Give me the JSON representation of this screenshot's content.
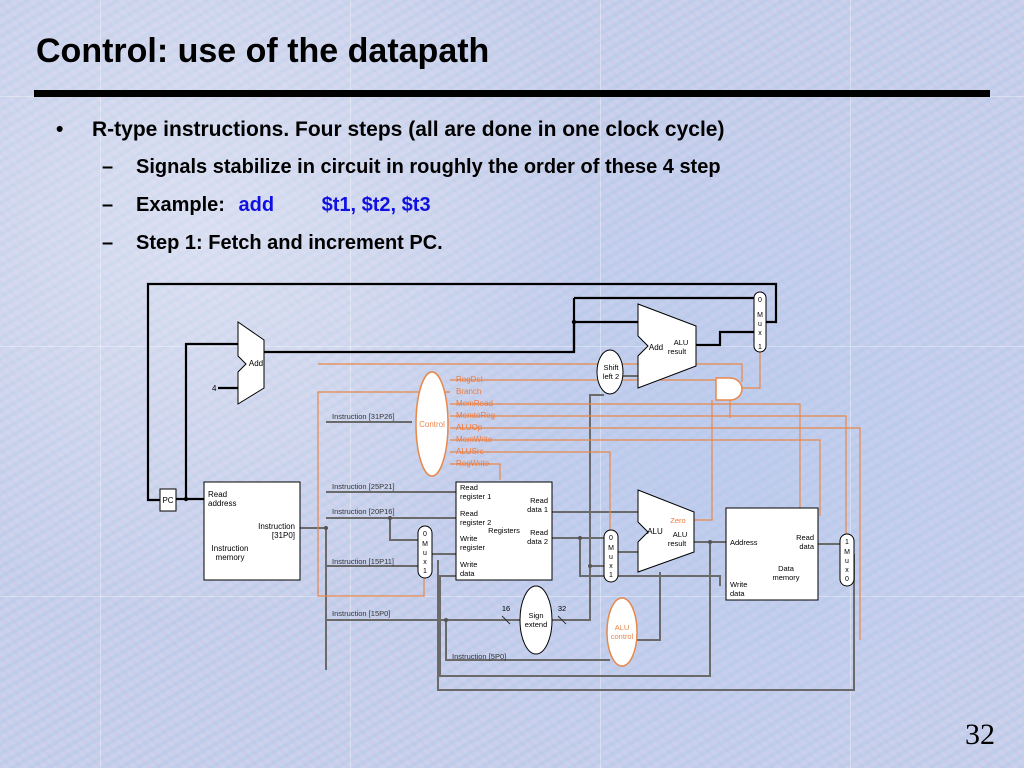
{
  "slide": {
    "title": "Control: use of the datapath",
    "page_number": "32"
  },
  "bullets": {
    "main": {
      "mark": "•",
      "text": "R-type instructions.   Four steps (all are done in one clock cycle)"
    },
    "sub": [
      {
        "mark": "–",
        "text": "Signals stabilize in circuit in roughly the order of these 4 step"
      },
      {
        "mark": "–",
        "label": "Example:",
        "op": "add",
        "args": "$t1, $t2, $t3"
      },
      {
        "mark": "–",
        "text": "Step 1:  Fetch and increment PC."
      }
    ]
  },
  "diagram": {
    "pc": "PC",
    "imem": {
      "read": "Read",
      "address": "address",
      "instruction": "Instruction",
      "bits": "[31P0]",
      "name1": "Instruction",
      "name2": "memory"
    },
    "add4": {
      "label": "Add",
      "const": "4"
    },
    "control": {
      "label": "Control",
      "signals": [
        "RegDst",
        "Branch",
        "MemRead",
        "MemtoReg",
        "ALUOp",
        "MemWrite",
        "ALUSrc",
        "RegWrite"
      ]
    },
    "fields": {
      "f31_26": "Instruction [31P26]",
      "f25_21": "Instruction [25P21]",
      "f20_16": "Instruction [20P16]",
      "f15_11": "Instruction [15P11]",
      "f15_0": "Instruction [15P0]",
      "f5_0": "Instruction [5P0]"
    },
    "regs": {
      "read_reg1_a": "Read",
      "read_reg1_b": "register 1",
      "read_reg2_a": "Read",
      "read_reg2_b": "register 2",
      "write_reg_a": "Write",
      "write_reg_b": "register",
      "write_data_a": "Write",
      "write_data_b": "data",
      "read_data1_a": "Read",
      "read_data1_b": "data 1",
      "read_data2_a": "Read",
      "read_data2_b": "data 2",
      "name": "Registers"
    },
    "mux_regdst": [
      "0",
      "M",
      "u",
      "x",
      "1"
    ],
    "mux_alusrc": [
      "0",
      "M",
      "u",
      "x",
      "1"
    ],
    "mux_memtoreg": [
      "1",
      "M",
      "u",
      "x",
      "0"
    ],
    "mux_pc": [
      "0",
      "M",
      "u",
      "x",
      "1"
    ],
    "sign_extend": {
      "a": "Sign",
      "b": "extend",
      "in_bits": "16",
      "out_bits": "32"
    },
    "alu_control": {
      "a": "ALU",
      "b": "control"
    },
    "alu": {
      "label": "ALU",
      "zero": "Zero",
      "result_a": "ALU",
      "result_b": "result"
    },
    "branch_adder": {
      "label": "Add",
      "result_a": "ALU",
      "result_b": "result"
    },
    "shift_left": {
      "a": "Shift",
      "b": "left 2"
    },
    "dmem": {
      "address": "Address",
      "read_a": "Read",
      "read_b": "data",
      "write_a": "Write",
      "write_b": "data",
      "name_a": "Data",
      "name_b": "memory"
    }
  },
  "colors": {
    "control_orange": "#e8874a",
    "control_text": "#f07a3a",
    "dark_wire": "#000000",
    "gray_wire": "#6a6a6a",
    "op_blue": "#1010e0"
  }
}
